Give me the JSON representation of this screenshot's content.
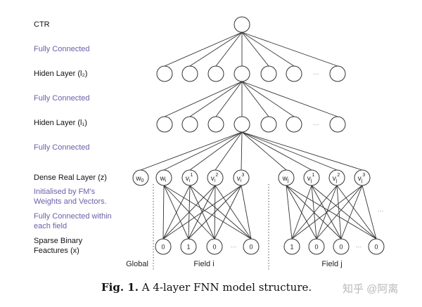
{
  "left_labels": [
    {
      "id": "ctr",
      "text": "CTR",
      "style": "black"
    },
    {
      "id": "fc1",
      "text": "Fully Connected",
      "style": "purple"
    },
    {
      "id": "hidden2",
      "text": "Hiden Layer (l₂)",
      "style": "black"
    },
    {
      "id": "fc2",
      "text": "Fully Connected",
      "style": "purple"
    },
    {
      "id": "hidden1",
      "text": "Hiden Layer (l₁)",
      "style": "black"
    },
    {
      "id": "fc3",
      "text": "Fully Connected",
      "style": "purple"
    },
    {
      "id": "dense",
      "text": "Dense Real Layer (z)",
      "style": "black"
    },
    {
      "id": "init",
      "text": "Initialised by FM's\nWeights and Vectors.",
      "style": "purple"
    },
    {
      "id": "fcwithin",
      "text": "Fully Connected within\neach field",
      "style": "purple"
    },
    {
      "id": "sparse",
      "text": "Sparse Binary\nFeactures (x)",
      "style": "black"
    }
  ],
  "dense_nodes": {
    "global": [
      "w0"
    ],
    "field_i": [
      "wi",
      "vi1",
      "vi2",
      "vi3"
    ],
    "field_j": [
      "wj",
      "vj1",
      "vj2",
      "vj3"
    ]
  },
  "sparse_values": {
    "field_i": [
      "0",
      "1",
      "0",
      "0"
    ],
    "field_j": [
      "1",
      "0",
      "0",
      "0"
    ]
  },
  "ellipsis": "···",
  "group_labels": {
    "global": "Global",
    "field_i": "Field i",
    "field_j": "Field j"
  },
  "caption": {
    "prefix": "Fig. 1.",
    "text": " A 4-layer FNN model structure."
  },
  "watermark": "知乎 @阿离",
  "colors": {
    "purple": "#6a5fa8",
    "stroke": "#333333"
  }
}
